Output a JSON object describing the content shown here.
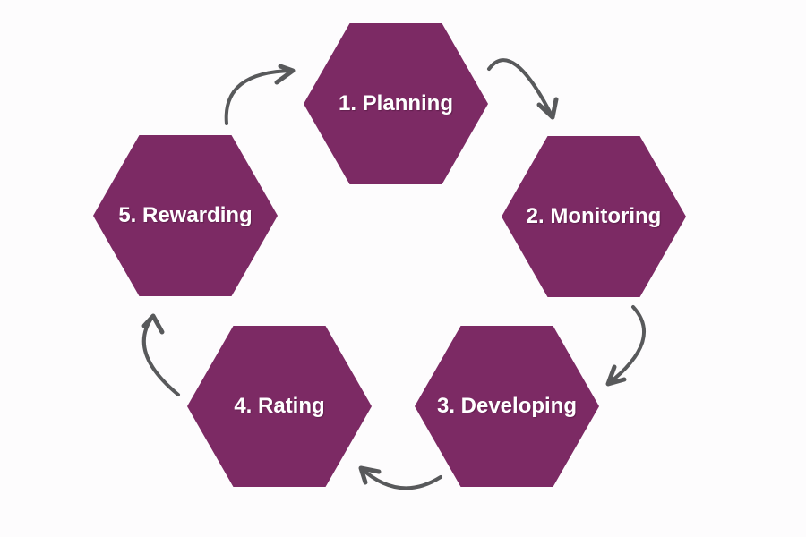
{
  "diagram": {
    "type": "cycle",
    "steps": [
      {
        "id": "planning",
        "order": 1,
        "label": "1. Planning"
      },
      {
        "id": "monitoring",
        "order": 2,
        "label": "2. Monitoring"
      },
      {
        "id": "developing",
        "order": 3,
        "label": "3. Developing"
      },
      {
        "id": "rating",
        "order": 4,
        "label": "4. Rating"
      },
      {
        "id": "rewarding",
        "order": 5,
        "label": "5. Rewarding"
      }
    ],
    "arrows": [
      {
        "from": "planning",
        "to": "monitoring"
      },
      {
        "from": "monitoring",
        "to": "developing"
      },
      {
        "from": "developing",
        "to": "rating"
      },
      {
        "from": "rating",
        "to": "rewarding"
      },
      {
        "from": "rewarding",
        "to": "planning"
      }
    ],
    "colors": {
      "hexagon": "#7c2a64",
      "label_text": "#ffffff",
      "arrow": "#58595b",
      "background": "#fdfcfd"
    }
  }
}
